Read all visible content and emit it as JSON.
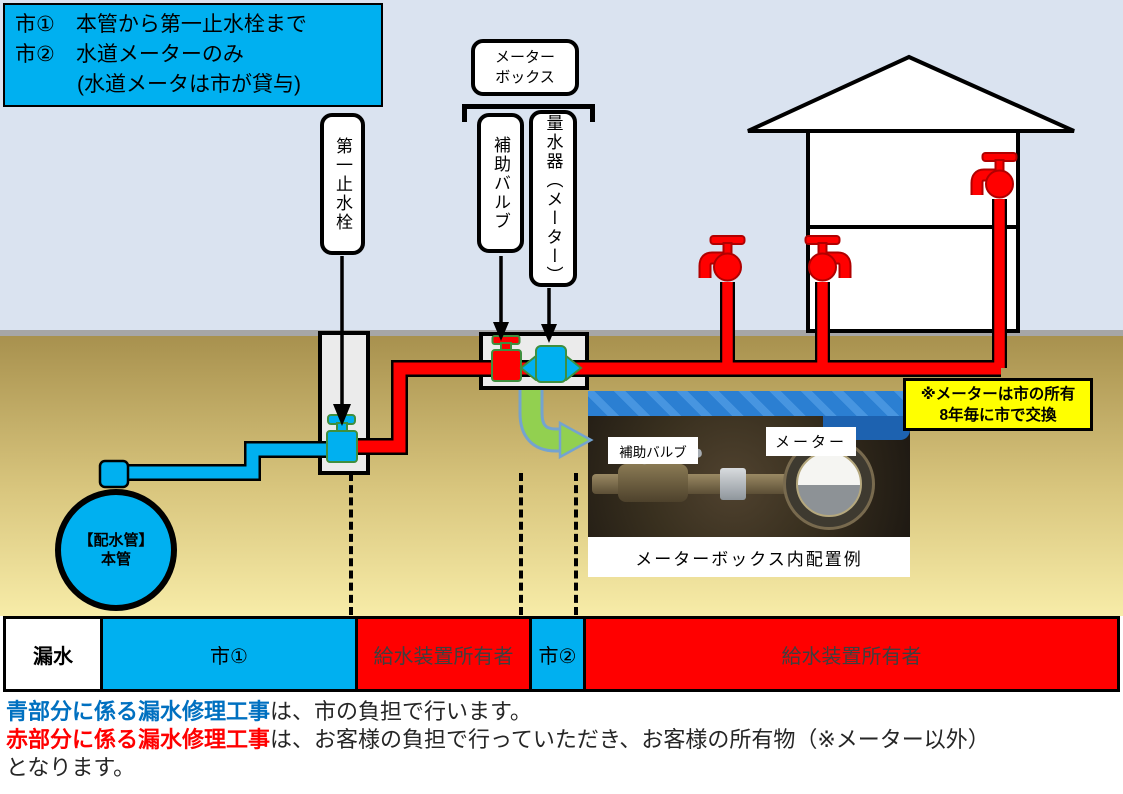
{
  "colors": {
    "city_blue": "#00B0F0",
    "owner_red": "#FF0000",
    "note_yellow": "#FFFF00",
    "sky": "#DAE3F0",
    "highlight_blue": "#0070C0",
    "highlight_red": "#FF0000"
  },
  "legend_box": {
    "line1": "市①　本管から第一止水栓まで",
    "line2": "市②　水道メーターのみ",
    "line3": "(水道メータは市が貸与)"
  },
  "diagram": {
    "meter_box_label_line1": "メーター",
    "meter_box_label_line2": "ボックス",
    "aux_valve_label": "補助バルブ",
    "water_meter_label": "量水器（メーター）",
    "first_stop_valve_label": "第一止水栓",
    "main_circle_line1": "【配水管】",
    "main_circle_line2": "本管",
    "note_line1": "※メーターは市の所有",
    "note_line2": "8年毎に市で交換"
  },
  "photo": {
    "aux_valve_tag": "補助バルブ",
    "meter_tag": "メーター",
    "caption": "メーターボックス内配置例"
  },
  "responsibility_bar": {
    "leak_label": "漏水",
    "segments": [
      {
        "label": "市①",
        "color": "#00B0F0"
      },
      {
        "label": "給水装置所有者",
        "color": "#FF0000"
      },
      {
        "label": "市②",
        "color": "#00B0F0"
      },
      {
        "label": "給水装置所有者",
        "color": "#FF0000"
      }
    ]
  },
  "notes": {
    "line1_highlight": "青部分に係る漏水修理工事",
    "line1_rest": "は、市の負担で行います。",
    "line2_highlight": "赤部分に係る漏水修理工事",
    "line2_rest": "は、お客様の負担で行っていただき、お客様の所有物（※メーター以外）",
    "line3": "となります。"
  }
}
